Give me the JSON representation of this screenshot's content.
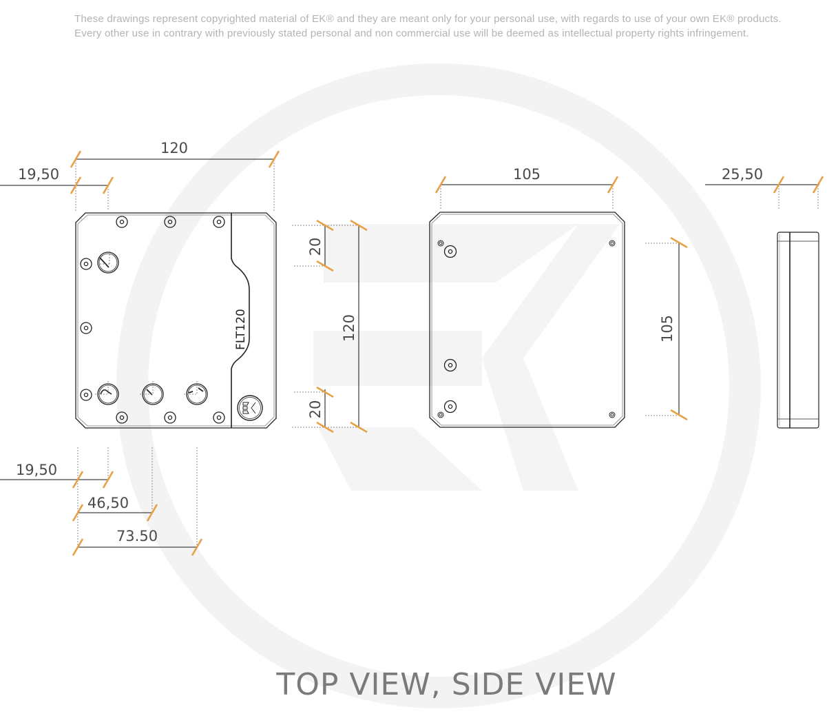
{
  "notice": {
    "line1": "These drawings represent copyrighted material of EK® and they are meant only for your personal use, with regards to use of  your own EK® products.",
    "line2": "Every other use in contrary with previously stated personal and non commercial use will be deemed as intellectual property rights infringement."
  },
  "caption": "TOP VIEW, SIDE VIEW",
  "colors": {
    "dimension_tick": "#e8a043",
    "line": "#222222",
    "text": "#4a4a4a",
    "watermark": "#f2f2f2"
  },
  "front_view": {
    "label": "FLT120",
    "logo": "ek-logo-icon",
    "dimensions": {
      "width": "120",
      "port_offset_top": "19,50",
      "height": "120",
      "top_margin": "20",
      "bottom_margin": "20",
      "port_offset_bottom_1": "19,50",
      "port_offset_bottom_2": "46,50",
      "port_offset_bottom_3": "73.50"
    }
  },
  "back_view": {
    "dimensions": {
      "width": "105",
      "height": "105"
    }
  },
  "side_view": {
    "dimensions": {
      "depth": "25,50"
    }
  }
}
